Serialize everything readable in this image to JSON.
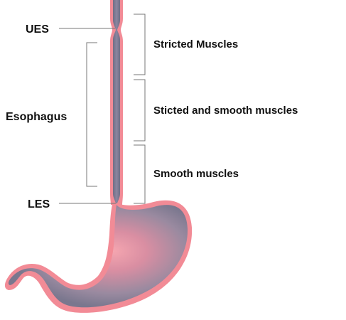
{
  "labels": {
    "ues": "UES",
    "esophagus": "Esophagus",
    "les": "LES"
  },
  "regions": [
    {
      "name": "Stricted Muscles"
    },
    {
      "name": "Sticted and smooth muscles"
    },
    {
      "name": "Smooth muscles"
    }
  ],
  "colors": {
    "tissue_outer": "#f28b96",
    "tissue_inner": "#7c7990",
    "highlight": "#f5a9b3",
    "leader_lines": "#777777",
    "text": "#111111"
  }
}
